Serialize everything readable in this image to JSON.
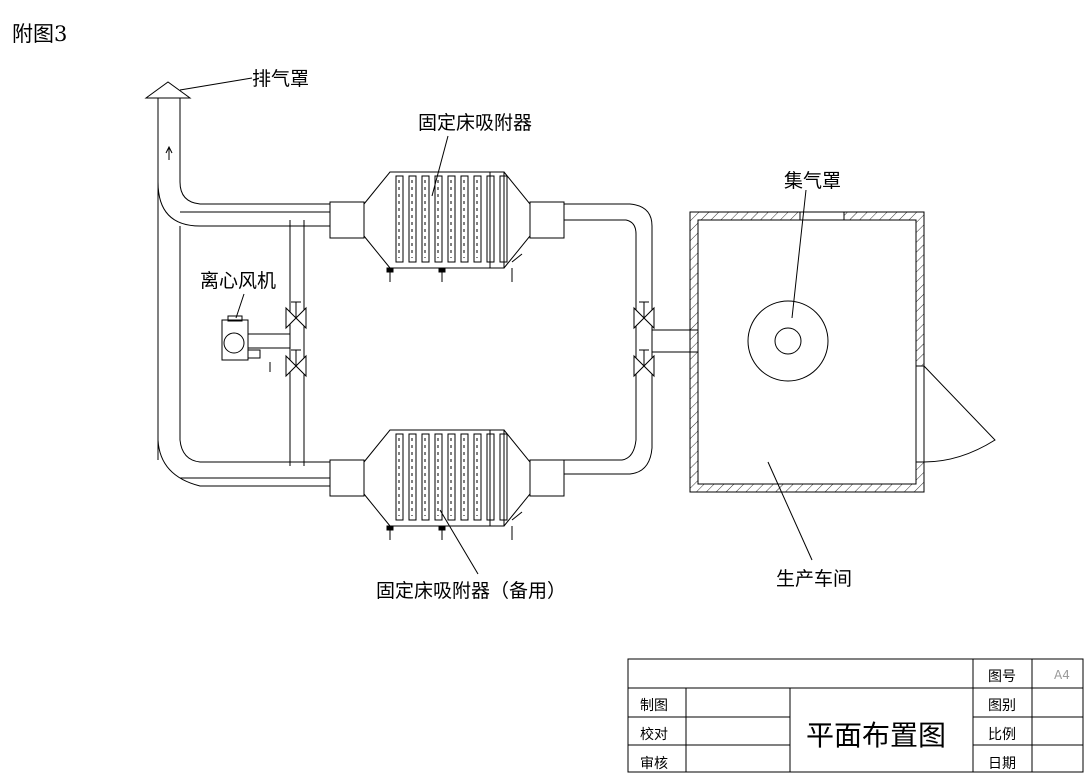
{
  "figure_label": "附图3",
  "labels": {
    "exhaust_hood": "排气罩",
    "adsorber_top": "固定床吸附器",
    "fan": "离心风机",
    "collection_hood": "集气罩",
    "adsorber_bottom": "固定床吸附器（备用）",
    "workshop": "生产车间"
  },
  "title_block": {
    "drawing_no_label": "图号",
    "drawing_no_value": "A4",
    "category_label": "图别",
    "scale_label": "比例",
    "date_label": "日期",
    "drawn_label": "制图",
    "checked_label": "校对",
    "approved_label": "审核",
    "title": "平面布置图"
  }
}
